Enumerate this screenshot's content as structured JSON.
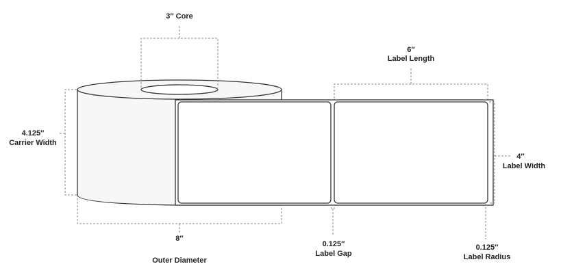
{
  "core": {
    "value": "3″ Core"
  },
  "carrier_width": {
    "value": "4.125″",
    "label": "Carrier Width"
  },
  "outer_diameter": {
    "value": "8″",
    "label": "Outer Diameter"
  },
  "label_length": {
    "value": "6″",
    "label": "Label Length"
  },
  "label_width": {
    "value": "4″",
    "label": "Label Width"
  },
  "label_gap": {
    "value": "0.125″",
    "label": "Label Gap"
  },
  "label_radius": {
    "value": "0.125″",
    "label": "Label Radius"
  }
}
